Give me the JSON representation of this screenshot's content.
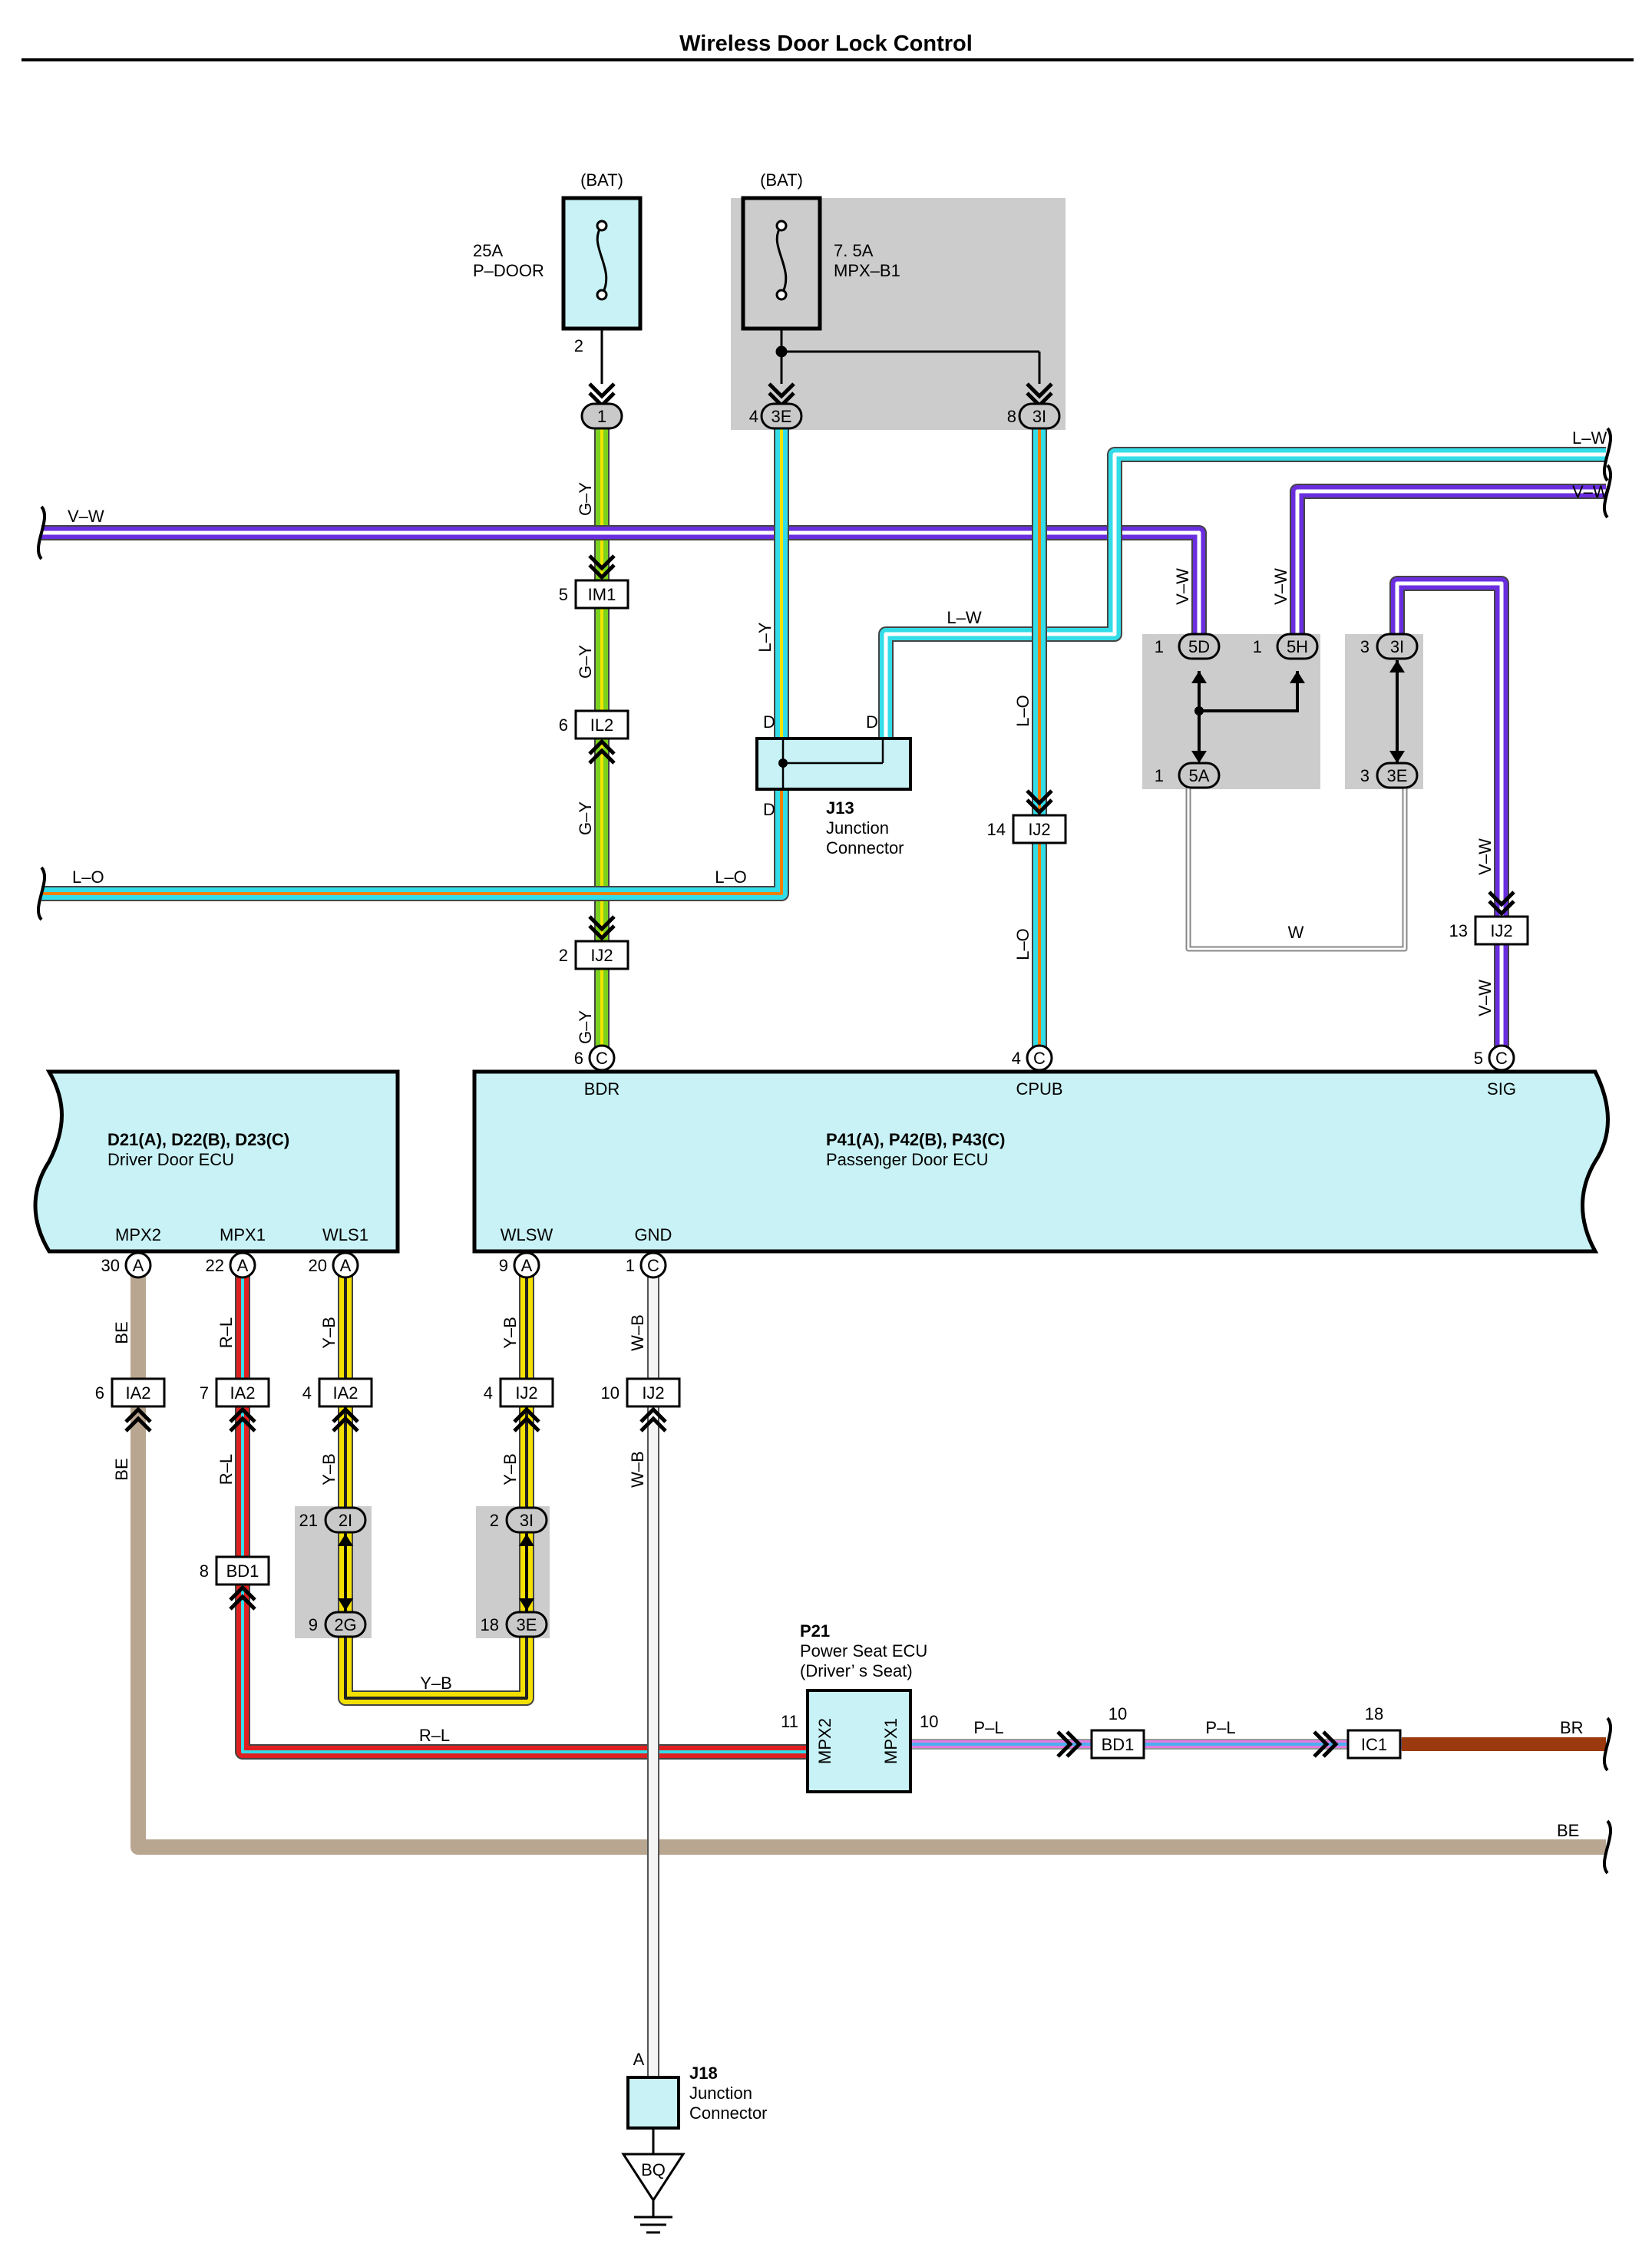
{
  "title": "Wireless Door Lock Control",
  "colors": {
    "V-W": "#6a2ee0",
    "L-W": "#33dde8",
    "G-Y": "#7ad21e",
    "L-Y": "#33dde8",
    "L-O": "#33dde8",
    "Y-B": "#f4e000",
    "R-L": "#e02020",
    "W-B": "#9a9a9a",
    "BE": "#b8a690",
    "P-L": "#e07be0",
    "BR": "#9a3a0e",
    "W": "#aaaaaa",
    "component_fill": "#c8f2f5",
    "shade": "#cccccc"
  },
  "fuses": {
    "pdoor": {
      "source": "(BAT)",
      "rating": "25A",
      "name": "P–DOOR",
      "pin": "2"
    },
    "mpx": {
      "source": "(BAT)",
      "rating": "7. 5A",
      "name": "MPX–B1"
    }
  },
  "connectors": {
    "c1": "1",
    "c3E": "3E",
    "c3I": "3I",
    "c3E_pin": "4",
    "c3I_pin": "8",
    "im1": "IM1",
    "im1_pin": "5",
    "il2": "IL2",
    "il2_pin": "6",
    "ij2a": "IJ2",
    "ij2a_pin": "2",
    "ij2b": "IJ2",
    "ij2b_pin": "14",
    "ij2c": "IJ2",
    "ij2c_pin": "13",
    "c5D": "5D",
    "c5D_pin": "1",
    "c5H": "5H",
    "c5H_pin": "1",
    "c5A": "5A",
    "c5A_pin": "1",
    "c3I_r": "3I",
    "c3I_r_pin": "3",
    "c3E_r": "3E",
    "c3E_r_pin": "3",
    "ia2a": "IA2",
    "ia2a_pin": "6",
    "ia2b": "IA2",
    "ia2b_pin": "7",
    "ia2c": "IA2",
    "ia2c_pin": "4",
    "ij2d": "IJ2",
    "ij2d_pin": "4",
    "ij2e": "IJ2",
    "ij2e_pin": "10",
    "bd1a": "BD1",
    "bd1a_pin": "8",
    "c2I": "2I",
    "c2I_pin": "21",
    "c2G": "2G",
    "c2G_pin": "9",
    "c3I_b": "3I",
    "c3I_b_pin": "2",
    "c3E_b": "3E",
    "c3E_b_pin": "18",
    "bd1b": "BD1",
    "bd1b_pin": "10",
    "ic1": "IC1",
    "ic1_pin": "18",
    "ground": "BQ"
  },
  "j13": {
    "id": "J13",
    "line1": "Junction",
    "line2": "Connector",
    "pin": "D"
  },
  "j18": {
    "id": "J18",
    "line1": "Junction",
    "line2": "Connector",
    "pin": "A"
  },
  "driver_ecu": {
    "title": "D21(A), D22(B), D23(C)",
    "name": "Driver Door ECU",
    "pins": [
      {
        "label": "MPX2",
        "num": "30",
        "conn": "A"
      },
      {
        "label": "MPX1",
        "num": "22",
        "conn": "A"
      },
      {
        "label": "WLS1",
        "num": "20",
        "conn": "A"
      }
    ]
  },
  "passenger_ecu": {
    "title": "P41(A), P42(B), P43(C)",
    "name": "Passenger Door ECU",
    "top_pins": [
      {
        "label": "BDR",
        "num": "6",
        "conn": "C"
      },
      {
        "label": "CPUB",
        "num": "4",
        "conn": "C"
      },
      {
        "label": "SIG",
        "num": "5",
        "conn": "C"
      }
    ],
    "bottom_pins": [
      {
        "label": "WLSW",
        "num": "9",
        "conn": "A"
      },
      {
        "label": "GND",
        "num": "1",
        "conn": "C"
      }
    ]
  },
  "seat_ecu": {
    "id": "P21",
    "line1": "Power Seat ECU",
    "line2": "(Driver’ s Seat)",
    "pin_left": "MPX2",
    "pin_left_num": "11",
    "pin_right": "MPX1",
    "pin_right_num": "10"
  },
  "wires": {
    "vw": "V–W",
    "lw": "L–W",
    "gy": "G–Y",
    "ly": "L–Y",
    "lo": "L–O",
    "yb": "Y–B",
    "rl": "R–L",
    "wb": "W–B",
    "be": "BE",
    "pl": "P–L",
    "br": "BR",
    "w": "W"
  }
}
